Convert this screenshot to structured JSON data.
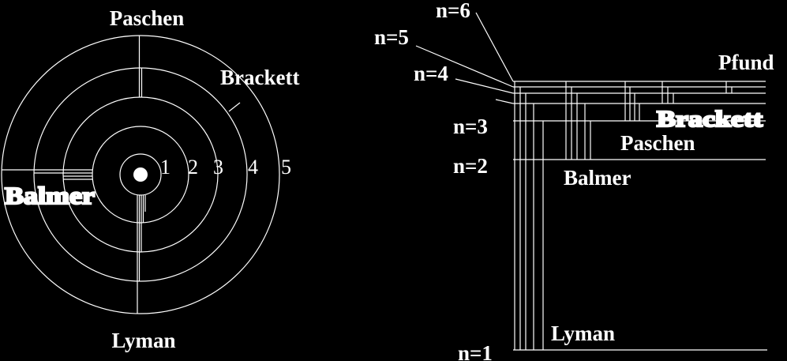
{
  "diagram": {
    "colors": {
      "background": "#000000",
      "foreground": "#ffffff"
    },
    "left": {
      "labels": {
        "top": "Paschen",
        "right": "Brackett",
        "bottom": "Lyman",
        "left": "Balmer"
      },
      "orbit_numbers": [
        "1",
        "2",
        "3",
        "4",
        "5"
      ]
    },
    "right": {
      "levels": [
        "n=1",
        "n=2",
        "n=3",
        "n=4",
        "n=5",
        "n=6"
      ],
      "series": {
        "pfund": "Pfund",
        "brackett": "Brackett",
        "paschen": "Paschen",
        "balmer": "Balmer",
        "lyman": "Lyman"
      }
    }
  }
}
